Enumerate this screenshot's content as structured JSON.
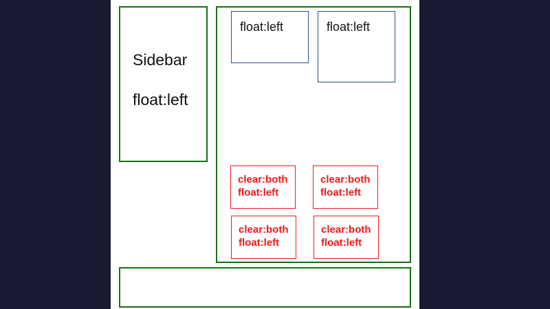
{
  "sidebar": {
    "title": "Sidebar",
    "subtitle": "float:left"
  },
  "floats": [
    {
      "label": "float:left"
    },
    {
      "label": "float:left"
    }
  ],
  "cleared": [
    {
      "line1": "clear:both",
      "line2": "float:left"
    },
    {
      "line1": "clear:both",
      "line2": "float:left"
    },
    {
      "line1": "clear:both",
      "line2": "float:left"
    },
    {
      "line1": "clear:both",
      "line2": "float:left"
    }
  ],
  "colors": {
    "background": "#181a31",
    "container": "#137113",
    "float": "#2b4f86",
    "cleared": "#f01818"
  }
}
